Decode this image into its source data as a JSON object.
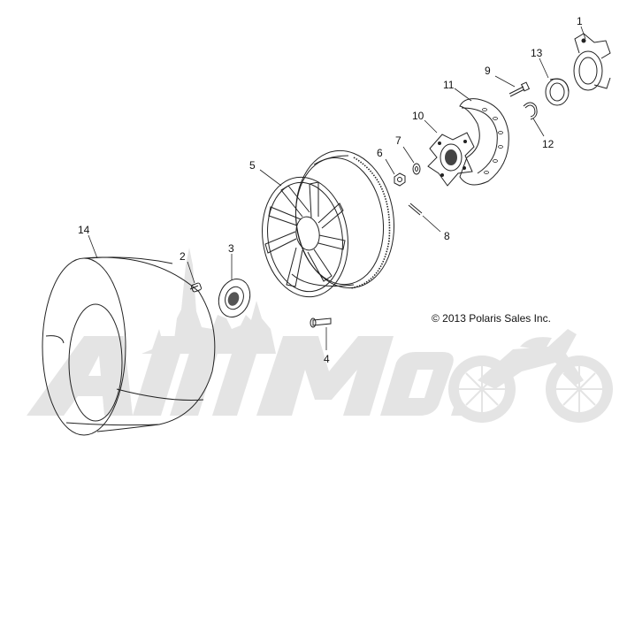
{
  "copyright": "© 2013 Polaris Sales Inc.",
  "callouts": [
    {
      "id": "c1",
      "label": "1"
    },
    {
      "id": "c2",
      "label": "2"
    },
    {
      "id": "c3",
      "label": "3"
    },
    {
      "id": "c4",
      "label": "4"
    },
    {
      "id": "c5",
      "label": "5"
    },
    {
      "id": "c6",
      "label": "6"
    },
    {
      "id": "c7",
      "label": "7"
    },
    {
      "id": "c8",
      "label": "8"
    },
    {
      "id": "c9",
      "label": "9"
    },
    {
      "id": "c10",
      "label": "10"
    },
    {
      "id": "c11",
      "label": "11"
    },
    {
      "id": "c12",
      "label": "12"
    },
    {
      "id": "c13",
      "label": "13"
    },
    {
      "id": "c14",
      "label": "14"
    }
  ],
  "watermark_text": "AlliMoto"
}
